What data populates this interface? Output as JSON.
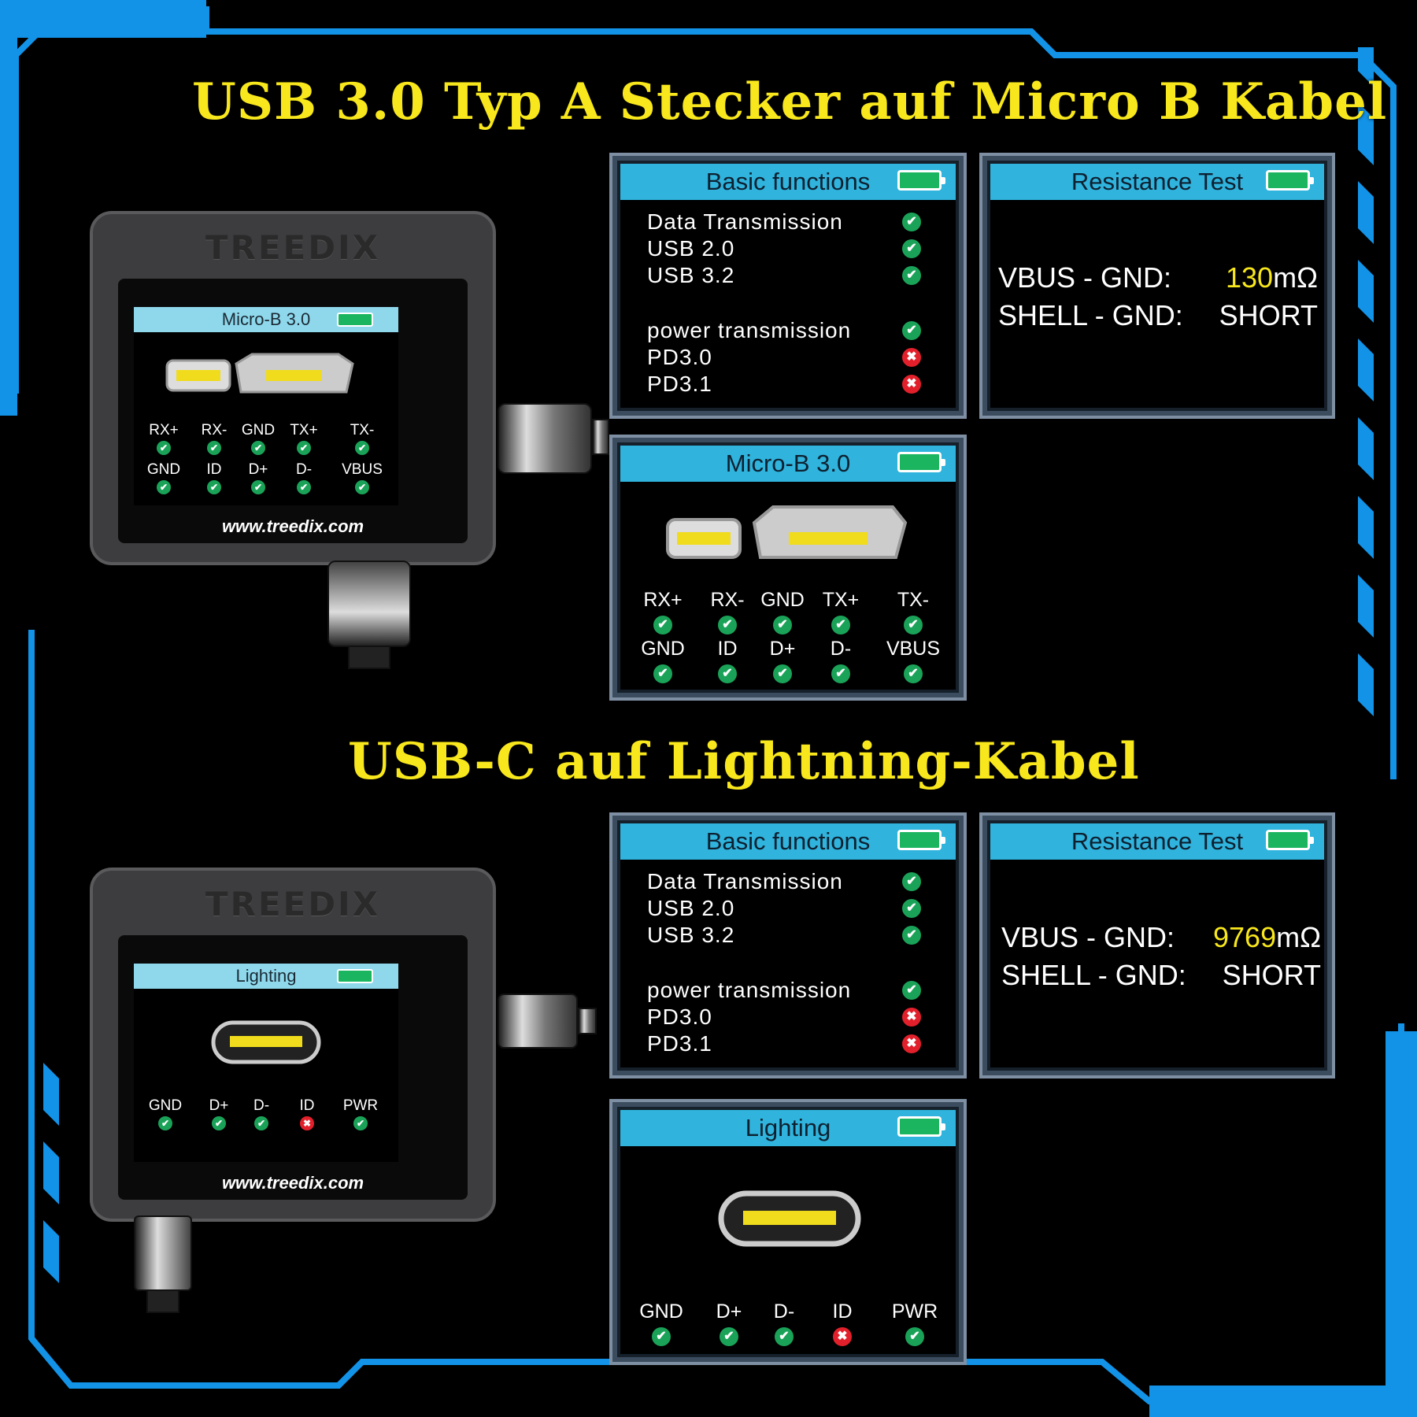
{
  "section1": {
    "title": "USB 3.0 Typ A Stecker auf Micro B Kabel",
    "device": {
      "brand": "TREEDIX",
      "screen_title": "Micro-B 3.0",
      "website": "www.treedix.com",
      "pins_top": [
        {
          "label": "RX+",
          "status": "ok"
        },
        {
          "label": "RX-",
          "status": "ok"
        },
        {
          "label": "GND",
          "status": "ok"
        },
        {
          "label": "TX+",
          "status": "ok"
        },
        {
          "label": "TX-",
          "status": "ok"
        }
      ],
      "pins_bottom": [
        {
          "label": "GND",
          "status": "ok"
        },
        {
          "label": "ID",
          "status": "ok"
        },
        {
          "label": "D+",
          "status": "ok"
        },
        {
          "label": "D-",
          "status": "ok"
        },
        {
          "label": "VBUS",
          "status": "ok"
        }
      ]
    },
    "basic": {
      "title": "Basic functions",
      "rows": [
        {
          "label": "Data Transmission",
          "status": "ok"
        },
        {
          "label": "USB  2.0",
          "status": "ok"
        },
        {
          "label": "USB  3.2",
          "status": "ok"
        },
        {
          "label": "power transmission",
          "status": "ok"
        },
        {
          "label": "PD3.0",
          "status": "fail"
        },
        {
          "label": "PD3.1",
          "status": "fail"
        }
      ]
    },
    "resistance": {
      "title": "Resistance Test",
      "vbus_label": "VBUS  -  GND:",
      "vbus_value": "130",
      "vbus_unit": "mΩ",
      "shell_label": "SHELL - GND:",
      "shell_value": "SHORT"
    },
    "pinout": {
      "title": "Micro-B 3.0",
      "pins_top": [
        {
          "label": "RX+",
          "status": "ok"
        },
        {
          "label": "RX-",
          "status": "ok"
        },
        {
          "label": "GND",
          "status": "ok"
        },
        {
          "label": "TX+",
          "status": "ok"
        },
        {
          "label": "TX-",
          "status": "ok"
        }
      ],
      "pins_bottom": [
        {
          "label": "GND",
          "status": "ok"
        },
        {
          "label": "ID",
          "status": "ok"
        },
        {
          "label": "D+",
          "status": "ok"
        },
        {
          "label": "D-",
          "status": "ok"
        },
        {
          "label": "VBUS",
          "status": "ok"
        }
      ]
    }
  },
  "section2": {
    "title": "USB-C auf Lightning-Kabel",
    "device": {
      "brand": "TREEDIX",
      "screen_title": "Lighting",
      "website": "www.treedix.com",
      "pins": [
        {
          "label": "GND",
          "status": "ok"
        },
        {
          "label": "D+",
          "status": "ok"
        },
        {
          "label": "D-",
          "status": "ok"
        },
        {
          "label": "ID",
          "status": "fail"
        },
        {
          "label": "PWR",
          "status": "ok"
        }
      ]
    },
    "basic": {
      "title": "Basic functions",
      "rows": [
        {
          "label": "Data Transmission",
          "status": "ok"
        },
        {
          "label": "USB  2.0",
          "status": "ok"
        },
        {
          "label": "USB  3.2",
          "status": "ok"
        },
        {
          "label": "power transmission",
          "status": "ok"
        },
        {
          "label": "PD3.0",
          "status": "fail"
        },
        {
          "label": "PD3.1",
          "status": "fail"
        }
      ]
    },
    "resistance": {
      "title": "Resistance Test",
      "vbus_label": "VBUS  -  GND:",
      "vbus_value": "9769",
      "vbus_unit": "mΩ",
      "shell_label": "SHELL - GND:",
      "shell_value": "SHORT"
    },
    "pinout": {
      "title": "Lighting",
      "pins": [
        {
          "label": "GND",
          "status": "ok"
        },
        {
          "label": "D+",
          "status": "ok"
        },
        {
          "label": "D-",
          "status": "ok"
        },
        {
          "label": "ID",
          "status": "fail"
        },
        {
          "label": "PWR",
          "status": "ok"
        }
      ]
    }
  },
  "colors": {
    "frame": "#1293e8",
    "headline": "#f8e71c",
    "header_bar": "#30b3dc",
    "ok": "#1aa358",
    "fail": "#e2202b",
    "value_highlight": "#f8e71c"
  },
  "icons": {
    "ok": "check-circle-icon",
    "fail": "x-circle-icon",
    "battery": "battery-icon"
  }
}
